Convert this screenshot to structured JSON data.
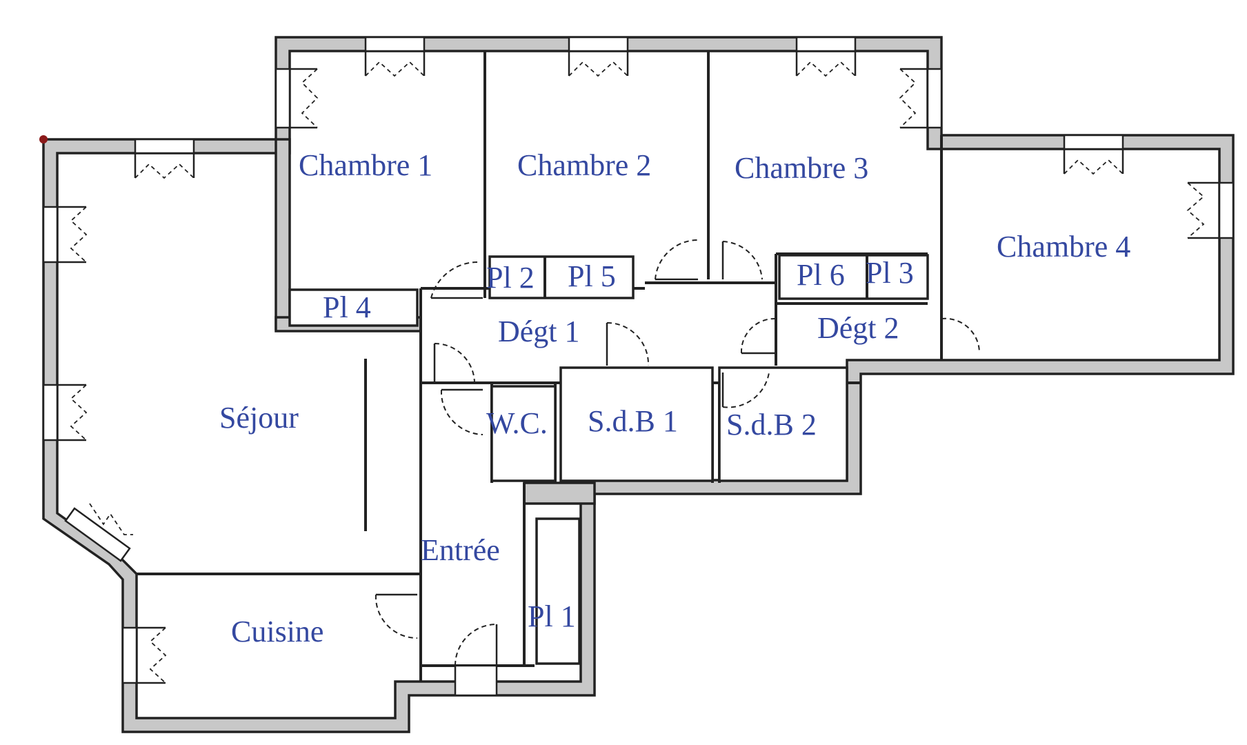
{
  "rooms": {
    "chambre1": "Chambre 1",
    "chambre2": "Chambre 2",
    "chambre3": "Chambre 3",
    "chambre4": "Chambre 4",
    "sejour": "Séjour",
    "cuisine": "Cuisine",
    "entree": "Entrée",
    "degt1": "Dégt 1",
    "degt2": "Dégt 2",
    "wc": "W.C.",
    "sdb1": "S.d.B 1",
    "sdb2": "S.d.B 2",
    "pl1": "Pl 1",
    "pl2": "Pl 2",
    "pl3": "Pl 3",
    "pl4": "Pl 4",
    "pl5": "Pl 5",
    "pl6": "Pl 6"
  },
  "colors": {
    "wall": "#c8c8c8",
    "label": "#3448a0",
    "line": "#222222",
    "marker": "#8b1a1a"
  }
}
